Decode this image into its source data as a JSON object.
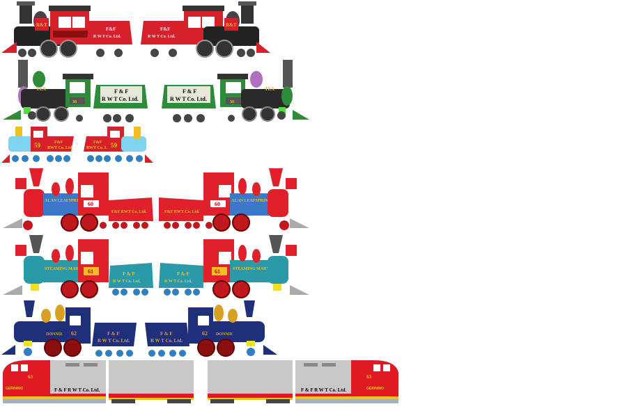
{
  "trains": [
    {
      "name": "red-black-engine",
      "engine_text": "R&T",
      "tender_line1": "F&F",
      "tender_line2": "R W T Co. Ltd.",
      "colors": {
        "body": "#d6202a",
        "boiler": "#222222",
        "trim": "#c9a227"
      }
    },
    {
      "name": "green-tex-engine",
      "engine_text": "TEX",
      "number": "38",
      "tender_line1": "F & F",
      "tender_line2": "R W T Co. Ltd.",
      "colors": {
        "body": "#2e8b3a",
        "boiler": "#2a2a2a",
        "trim": "#b070c0"
      }
    },
    {
      "name": "blue-59-engine",
      "number": "59",
      "tender_line1": "F&F",
      "tender_line2": "RWT Co. Ltd.",
      "colors": {
        "body": "#d6202a",
        "boiler": "#7fd3f0",
        "trim": "#f0c020"
      }
    },
    {
      "name": "alan-leafspring",
      "number": "60",
      "engine_text": "ALAN LEAFSPRING",
      "tender_line1": "F&F RWT Co. Ltd.",
      "colors": {
        "body": "#e0202a",
        "boiler": "#3b78c8",
        "trim": "#f0c020"
      }
    },
    {
      "name": "steaming-mary",
      "number": "61",
      "engine_text": "STEAMING MARY",
      "tender_line1": "F & F",
      "tender_line2": "R W T Co. Ltd.",
      "colors": {
        "body": "#e0202a",
        "boiler": "#2a9aa8",
        "trim": "#f0c020"
      }
    },
    {
      "name": "donnie",
      "number": "62",
      "engine_text": "DONNIE",
      "tender_line1": "F & F",
      "tender_line2": "R W T Co. Ltd.",
      "colors": {
        "body": "#1f2f7a",
        "boiler": "#1f2f7a",
        "trim": "#d8a020"
      }
    },
    {
      "name": "gerinimo",
      "number": "63",
      "engine_text": "GERINIMO",
      "car_text": "F & F R W T Co. Ltd.",
      "colors": {
        "body": "#e01a22",
        "coach": "#c8c8c8",
        "trim": "#f0c020"
      }
    }
  ]
}
